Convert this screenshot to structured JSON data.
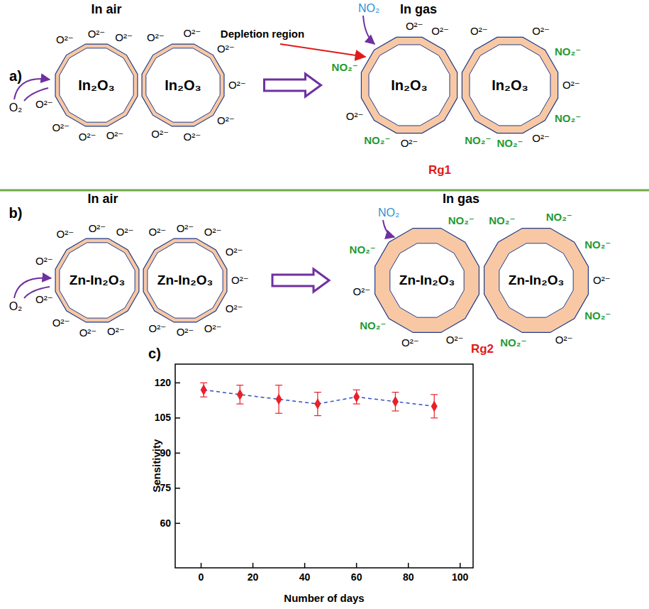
{
  "diagram": {
    "nodes": [
      {
        "text": [
          "In₂O₃"
        ]
      },
      {
        "text": [
          "In₂O₃"
        ]
      },
      {
        "text": [
          "In₂O₃"
        ]
      },
      {
        "text": [
          "In₂O₃"
        ]
      },
      {
        "text": [
          "Zn-In₂O₃"
        ]
      },
      {
        "text": [
          "Zn-In₂O₃"
        ]
      },
      {
        "text": [
          "Zn-In₂O₃"
        ]
      },
      {
        "text": [
          "Zn-In₂O₃"
        ]
      }
    ],
    "edges": [
      {
        "from": 1,
        "to": 2,
        "arrow": "to"
      },
      {
        "from": 5,
        "to": 6,
        "arrow": "to"
      }
    ],
    "labels": [
      "a)",
      "In air",
      "In gas",
      "Depletion region",
      "O₂",
      "NO₂",
      "O²⁻",
      "O²⁻",
      "O²⁻",
      "O²⁻",
      "O²⁻",
      "O²⁻",
      "O²⁻",
      "O²⁻",
      "O²⁻",
      "O²⁻",
      "O²⁻",
      "O²⁻",
      "O²⁻",
      "O²⁻",
      "O²⁻",
      "O²⁻",
      "O²⁻",
      "O²⁻",
      "NO₂⁻",
      "NO₂⁻",
      "O²⁻",
      "O²⁻",
      "O²⁻",
      "O²⁻",
      "NO₂⁻",
      "NO₂⁻",
      "NO₂⁻",
      "NO₂⁻",
      "Rg1",
      "b)",
      "In air",
      "In gas",
      "O₂",
      "NO₂",
      "O²⁻",
      "O²⁻",
      "O²⁻",
      "O²⁻",
      "O²⁻",
      "O²⁻",
      "O²⁻",
      "O²⁻",
      "O²⁻",
      "O²⁻",
      "O²⁻",
      "O²⁻",
      "O²⁻",
      "O²⁻",
      "O²⁻",
      "O²⁻",
      "O²⁻",
      "O²⁻",
      "O²⁻",
      "O²⁻",
      "NO₂⁻",
      "NO₂⁻",
      "NO₂⁻",
      "NO₂⁻",
      "NO₂⁻",
      "NO₂⁻",
      "NO₂⁻",
      "NO₂⁻",
      "O²⁻",
      "O²⁻",
      "Rg2",
      "c)",
      "60",
      "75",
      "90",
      "105",
      "120",
      "0",
      "20",
      "40",
      "60",
      "80",
      "100",
      "Sensitivity",
      "Number of days"
    ]
  }
}
